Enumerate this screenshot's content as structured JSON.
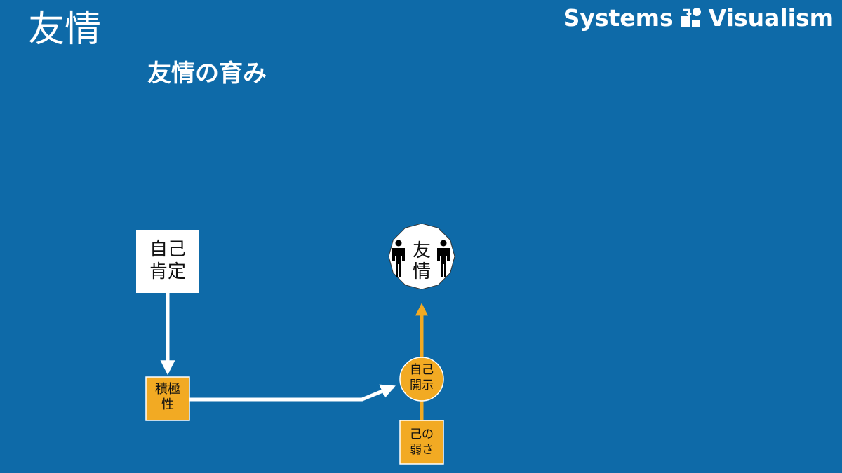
{
  "page": {
    "title": "友情",
    "subtitle": "友情の育み"
  },
  "brand": {
    "text_left": "Systems",
    "text_right": "Visualism",
    "logo_icon": "systems-visualism-logo-icon"
  },
  "diagram": {
    "nodes": {
      "self_affirmation": {
        "label": "自己\n肯定",
        "shape": "square",
        "fill": "#ffffff"
      },
      "positivity": {
        "label": "積極\n性",
        "shape": "square",
        "fill": "#f2aa23"
      },
      "self_disclosure": {
        "label": "自己\n開示",
        "shape": "circle",
        "fill": "#f2aa23"
      },
      "weakness": {
        "label": "己の\n弱さ",
        "shape": "square",
        "fill": "#f2aa23"
      },
      "friendship": {
        "label": "友\n情",
        "shape": "polygon",
        "fill": "#ffffff",
        "icons": [
          "person-icon",
          "person-icon"
        ]
      }
    },
    "edges": [
      {
        "from": "self_affirmation",
        "to": "positivity",
        "color": "#ffffff"
      },
      {
        "from": "positivity",
        "to": "self_disclosure",
        "color": "#ffffff"
      },
      {
        "from": "weakness",
        "to": "self_disclosure",
        "color": "#f2aa23"
      },
      {
        "from": "self_disclosure",
        "to": "friendship",
        "color": "#f2aa23"
      }
    ]
  },
  "colors": {
    "background": "#0e6aa8",
    "accent": "#f2aa23",
    "white": "#ffffff"
  }
}
